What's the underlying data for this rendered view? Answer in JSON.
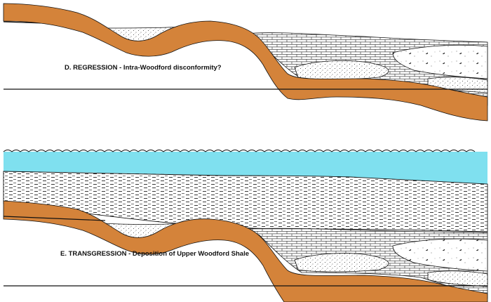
{
  "panels": [
    {
      "id": "D",
      "caption": "D.  REGRESSION - Intra-Woodford disconformity?"
    },
    {
      "id": "E",
      "caption": "E.  TRANSGRESSION - Deposition of Upper Woodford Shale"
    }
  ],
  "colors": {
    "basement": "#d4833a",
    "sea": "#7fe0ef",
    "ink": "#111111",
    "sediment": "#ffffff"
  }
}
